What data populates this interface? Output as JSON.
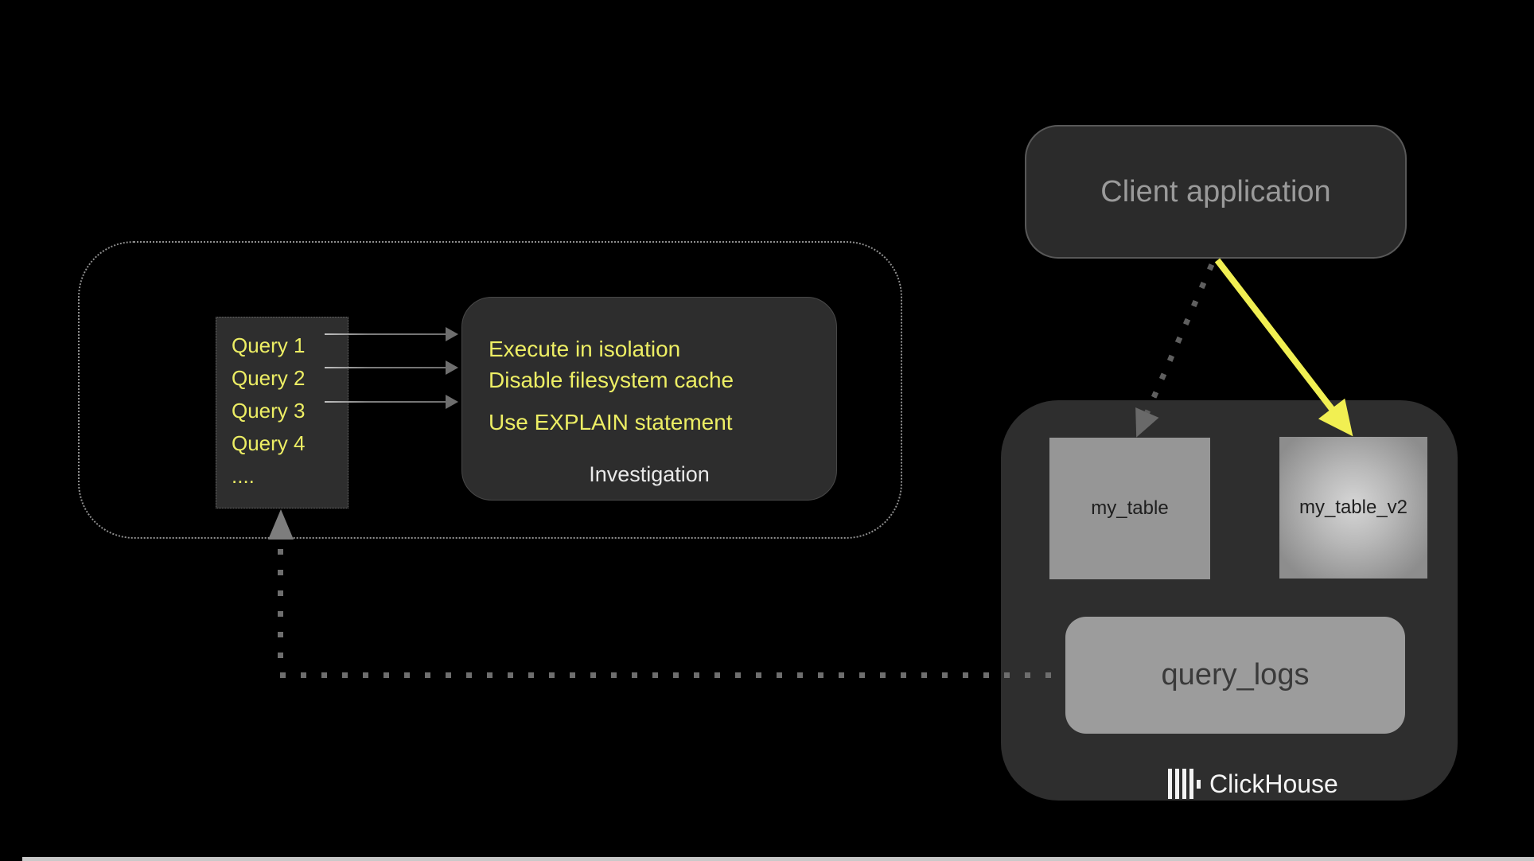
{
  "client": {
    "label": "Client application"
  },
  "investigation": {
    "queries": [
      "Query 1",
      "Query 2",
      "Query 3",
      "Query 4",
      "...."
    ],
    "recommendations": [
      "Execute in isolation",
      "Disable filesystem cache",
      "Use EXPLAIN statement"
    ],
    "caption": "Investigation"
  },
  "clickhouse": {
    "tables": [
      {
        "name": "my_table"
      },
      {
        "name": "my_table_v2"
      }
    ],
    "logs_table": {
      "name": "query_logs"
    },
    "brand": {
      "name": "ClickHouse"
    }
  },
  "colors": {
    "background": "#000000",
    "panel_fill": "#2d2d2d",
    "accent_yellow": "#edee64",
    "arrow_yellow": "#f1ef52",
    "table_fill": "#969696",
    "muted_text": "#9a9a9a",
    "bottom_bar": "#c9c9c9"
  }
}
